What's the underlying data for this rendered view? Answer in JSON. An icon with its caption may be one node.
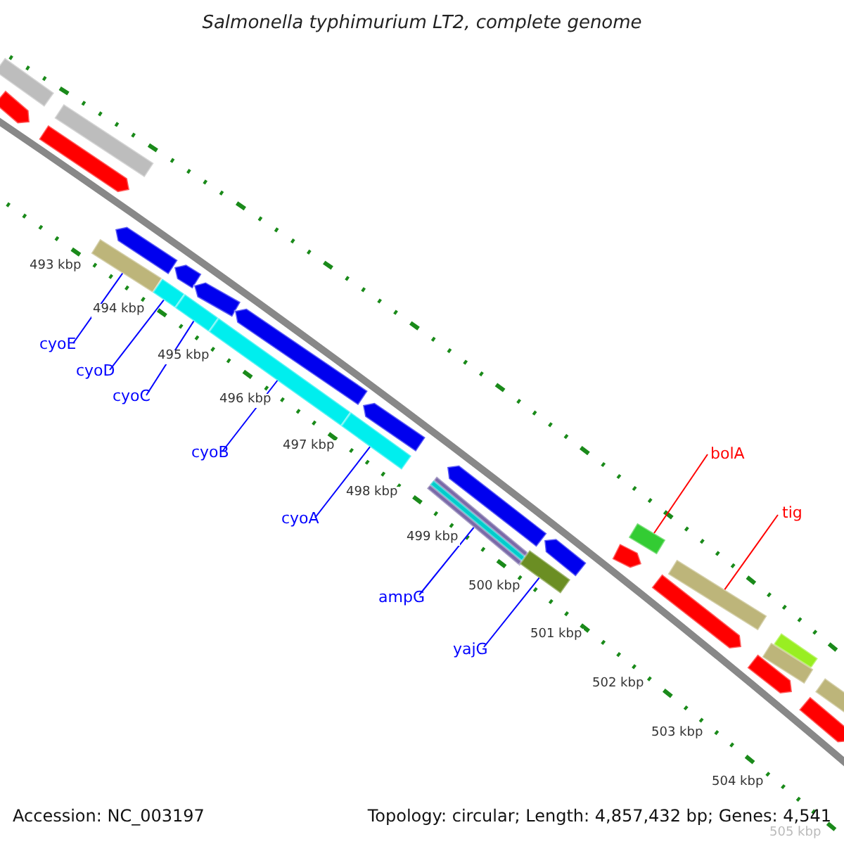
{
  "diagram": {
    "title": "Salmonella typhimurium LT2, complete genome",
    "nodes": [
      {
        "text": [
          "cyoE"
        ]
      },
      {
        "text": [
          "cyoD"
        ]
      },
      {
        "text": [
          "cyoC"
        ]
      },
      {
        "text": [
          "cyoB"
        ]
      },
      {
        "text": [
          "cyoA"
        ]
      },
      {
        "text": [
          "ampG"
        ]
      },
      {
        "text": [
          "yajG"
        ]
      },
      {
        "text": [
          "bolA"
        ]
      },
      {
        "text": [
          "tig"
        ]
      },
      {
        "text": [],
        "shape": "bar"
      },
      {
        "text": [],
        "shape": "bar"
      },
      {
        "text": [],
        "shape": "bar"
      },
      {
        "text": [],
        "shape": "bar"
      },
      {
        "text": [],
        "shape": "bar"
      },
      {
        "text": [],
        "shape": "bar"
      },
      {
        "text": [],
        "shape": "bar"
      },
      {
        "text": [],
        "shape": "bar"
      },
      {
        "text": [],
        "shape": "bar"
      },
      {
        "text": [],
        "shape": "bar"
      },
      {
        "text": [],
        "shape": "arrow"
      },
      {
        "text": [],
        "shape": "bar"
      },
      {
        "text": [],
        "shape": "arrow"
      },
      {
        "text": [],
        "shape": "arrow"
      },
      {
        "text": [],
        "shape": "arrow"
      },
      {
        "text": [],
        "shape": "arrow"
      },
      {
        "text": [],
        "shape": "arrow"
      },
      {
        "text": [],
        "shape": "arrow"
      },
      {
        "text": [],
        "shape": "arrow"
      },
      {
        "text": [],
        "shape": "arrow"
      },
      {
        "text": [],
        "shape": "arrow"
      },
      {
        "text": [],
        "shape": "arrow"
      },
      {
        "text": [],
        "shape": "bar"
      },
      {
        "text": [],
        "shape": "bar"
      },
      {
        "text": [],
        "shape": "arrow"
      },
      {
        "text": [],
        "shape": "bar"
      },
      {
        "text": [],
        "shape": "arrow"
      }
    ],
    "edges": [
      {
        "from": 0,
        "to": 9,
        "arrow": "none"
      },
      {
        "from": 1,
        "to": 10,
        "arrow": "none"
      },
      {
        "from": 2,
        "to": 11,
        "arrow": "none"
      },
      {
        "from": 3,
        "to": 12,
        "arrow": "none"
      },
      {
        "from": 4,
        "to": 13,
        "arrow": "none"
      },
      {
        "from": 5,
        "to": 14,
        "arrow": "none"
      },
      {
        "from": 6,
        "to": 15,
        "arrow": "none"
      },
      {
        "from": 7,
        "to": 16,
        "arrow": "none",
        "color": "#ff0000"
      },
      {
        "from": 8,
        "to": 17,
        "arrow": "none",
        "color": "#ff0000"
      }
    ],
    "labels": [
      "493 kbp",
      "494 kbp",
      "495 kbp",
      "496 kbp",
      "497 kbp",
      "498 kbp",
      "499 kbp",
      "500 kbp",
      "501 kbp",
      "502 kbp",
      "503 kbp",
      "504 kbp",
      "505 kbp",
      "Accession: NC_003197",
      "Topology: circular; Length: 4,857,432 bp; Genes: 4,541"
    ]
  }
}
